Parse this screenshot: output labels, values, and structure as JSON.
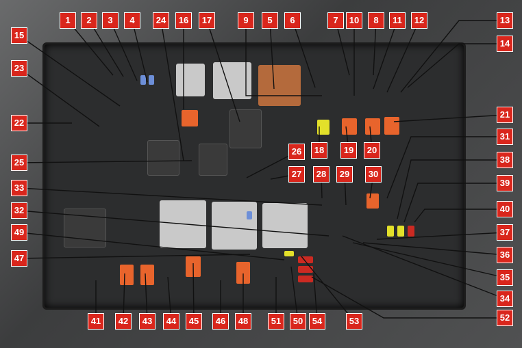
{
  "labels": [
    "1",
    "2",
    "3",
    "4",
    "5",
    "6",
    "7",
    "8",
    "9",
    "10",
    "11",
    "12",
    "13",
    "14",
    "15",
    "16",
    "17",
    "18",
    "19",
    "20",
    "21",
    "22",
    "23",
    "24",
    "25",
    "26",
    "27",
    "28",
    "29",
    "30",
    "31",
    "32",
    "33",
    "34",
    "35",
    "36",
    "37",
    "38",
    "39",
    "40",
    "41",
    "42",
    "43",
    "44",
    "45",
    "46",
    "47",
    "48",
    "49",
    "50",
    "51",
    "52",
    "53",
    "54"
  ],
  "colors": {
    "label_bg": "#d9261c",
    "fuse_orange": "#e8642c",
    "fuse_yellow": "#e3e02a",
    "fuse_red": "#cc2a22",
    "fuse_blue": "#6d8fd8"
  }
}
